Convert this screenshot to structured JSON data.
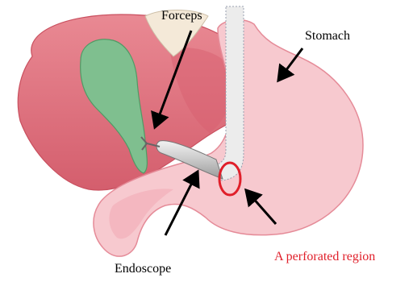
{
  "labels": {
    "forceps": "Forceps",
    "stomach": "Stomach",
    "endoscope": "Endoscope",
    "perforated_region": "A perforated region"
  },
  "colors": {
    "liver": "#e07a86",
    "liver_edge": "#c9505f",
    "gallbladder": "#7fbf8f",
    "stomach": "#f7c9cf",
    "stomach_edge": "#e58b98",
    "highlight_circle": "#e01f2a",
    "perforated_label": "#e01f2a",
    "arrow": "#000000"
  }
}
